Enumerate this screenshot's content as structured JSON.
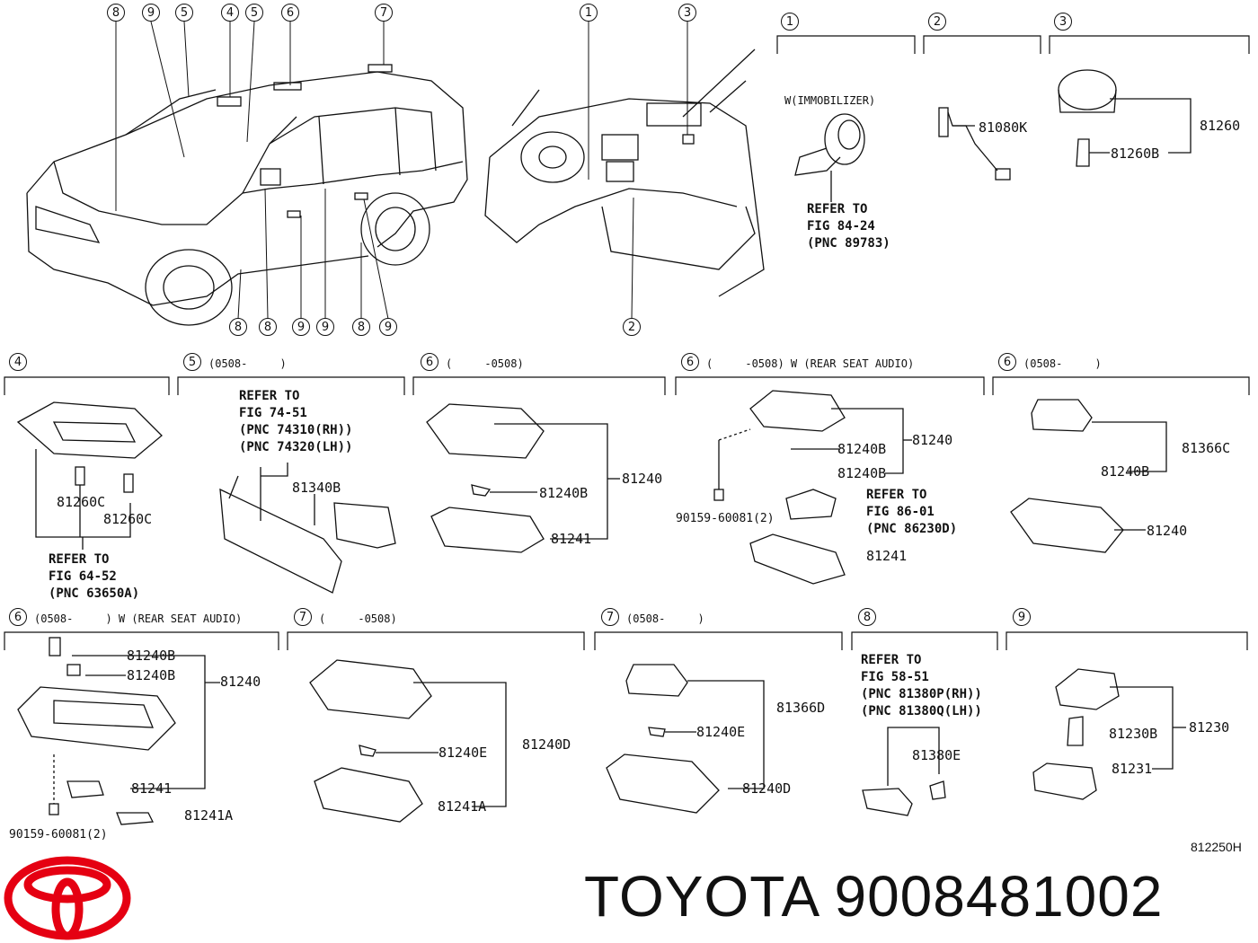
{
  "brand": {
    "text": "TOYOTA 9008481002",
    "logo_color": "#e50012",
    "logo_icon": "toyota-logo"
  },
  "diagram_code": "812250H",
  "overview": {
    "vehicle_callouts_top": [
      "8",
      "9",
      "5",
      "4",
      "5",
      "6",
      "7"
    ],
    "vehicle_callouts_bottom": [
      "8",
      "8",
      "9",
      "9",
      "8",
      "9"
    ],
    "dash_callouts_top": [
      "1",
      "3"
    ],
    "dash_callouts_bottom": [
      "2"
    ]
  },
  "sections": {
    "s1": {
      "num": "1",
      "condition": "W(IMMOBILIZER)",
      "refer": "REFER TO\nFIG 84-24\n(PNC 89783)"
    },
    "s2": {
      "num": "2",
      "part": "81080K"
    },
    "s3": {
      "num": "3",
      "parts": [
        "81260",
        "81260B"
      ]
    },
    "s4": {
      "num": "4",
      "parts": [
        "81260C",
        "81260C"
      ],
      "refer": "REFER TO\nFIG 64-52\n(PNC 63650A)"
    },
    "s5": {
      "num": "5",
      "range": "(0508-     )",
      "refer": "REFER TO\nFIG 74-51\n(PNC 74310(RH))\n(PNC 74320(LH))",
      "part": "81340B"
    },
    "s6a": {
      "num": "6",
      "range": "(     -0508)",
      "parts": [
        "81240",
        "81240B",
        "81241"
      ]
    },
    "s6b": {
      "num": "6",
      "range": "(     -0508) W (REAR SEAT AUDIO)",
      "parts": [
        "81240B",
        "81240B",
        "81240",
        "81241",
        "90159-60081(2)"
      ],
      "refer": "REFER TO\nFIG 86-01\n(PNC 86230D)"
    },
    "s6c": {
      "num": "6",
      "range": "(0508-     )",
      "parts": [
        "81366C",
        "81240B",
        "81240"
      ]
    },
    "s6d": {
      "num": "6",
      "range": "(0508-     ) W (REAR SEAT AUDIO)",
      "parts": [
        "81240B",
        "81240B",
        "81240",
        "81241",
        "81241A",
        "90159-60081(2)"
      ]
    },
    "s7a": {
      "num": "7",
      "range": "(     -0508)",
      "parts": [
        "81240E",
        "81240D",
        "81241A"
      ]
    },
    "s7b": {
      "num": "7",
      "range": "(0508-     )",
      "parts": [
        "81366D",
        "81240E",
        "81240D"
      ]
    },
    "s8": {
      "num": "8",
      "refer": "REFER TO\nFIG 58-51\n(PNC 81380P(RH))\n(PNC 81380Q(LH))",
      "part": "81380E"
    },
    "s9": {
      "num": "9",
      "parts": [
        "81230B",
        "81230",
        "81231"
      ]
    }
  }
}
